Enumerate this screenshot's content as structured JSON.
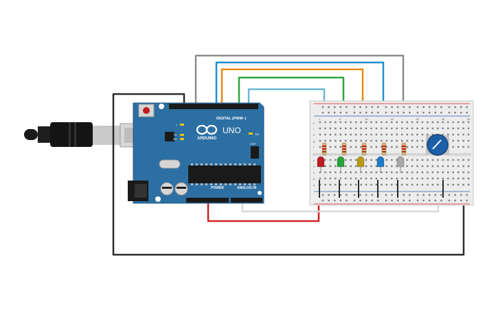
{
  "arduino": {
    "brand_text": "ARDUINO",
    "model_text": "UNO",
    "digital_header_label": "DIGITAL (PWM~)",
    "analog_header_label": "ANALOG IN",
    "power_header_label": "POWER",
    "on_label": "ON",
    "l_label": "L",
    "tx_label": "TX",
    "rx_label": "RX",
    "icsp_label": "ICSP"
  },
  "breadboard": {
    "top_row_letters": [
      "j",
      "i",
      "h",
      "g",
      "f"
    ],
    "bottom_row_letters": [
      "e",
      "d",
      "c",
      "b",
      "a"
    ],
    "column_numbers": [
      "1",
      "5",
      "10",
      "15",
      "20",
      "25",
      "30"
    ]
  },
  "leds": [
    {
      "name": "led-red",
      "color": "#c0191f"
    },
    {
      "name": "led-green",
      "color": "#27a338"
    },
    {
      "name": "led-yellow",
      "color": "#b89a12"
    },
    {
      "name": "led-blue",
      "color": "#1e7bc4"
    },
    {
      "name": "led-white",
      "color": "#a8a8a8"
    }
  ],
  "wire_colors": {
    "gray": "#8b8b8b",
    "blue": "#1f8ed0",
    "orange": "#e48a16",
    "green": "#2ea53b",
    "cyan": "#6ab7d3",
    "red": "#d41f1f",
    "black": "#2a2a2a",
    "white_wire": "#d9d9d9"
  },
  "colors": {
    "board_blue": "#2c6fa3",
    "breadboard_bg": "#ececec",
    "pot_blue": "#1d5ea8"
  }
}
